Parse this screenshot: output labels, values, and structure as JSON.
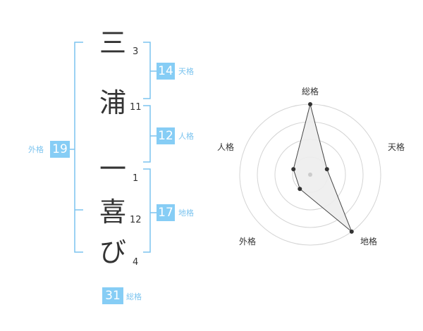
{
  "name_chars": [
    {
      "char": "三",
      "strokes": "3"
    },
    {
      "char": "浦",
      "strokes": "11"
    },
    {
      "char": "一",
      "strokes": "1"
    },
    {
      "char": "喜",
      "strokes": "12"
    },
    {
      "char": "び",
      "strokes": "4"
    }
  ],
  "fortunes": {
    "tenkaku": {
      "label": "天格",
      "value": "14"
    },
    "jinkaku": {
      "label": "人格",
      "value": "12"
    },
    "chikaku": {
      "label": "地格",
      "value": "17"
    },
    "gaikaku": {
      "label": "外格",
      "value": "19"
    },
    "soukaku": {
      "label": "総格",
      "value": "31"
    }
  },
  "radar": {
    "axes": [
      "総格",
      "天格",
      "地格",
      "外格",
      "人格"
    ],
    "values": [
      4,
      1,
      4,
      1,
      1
    ],
    "max": 4,
    "fill_color": "#ededed",
    "line_color": "#444444"
  }
}
